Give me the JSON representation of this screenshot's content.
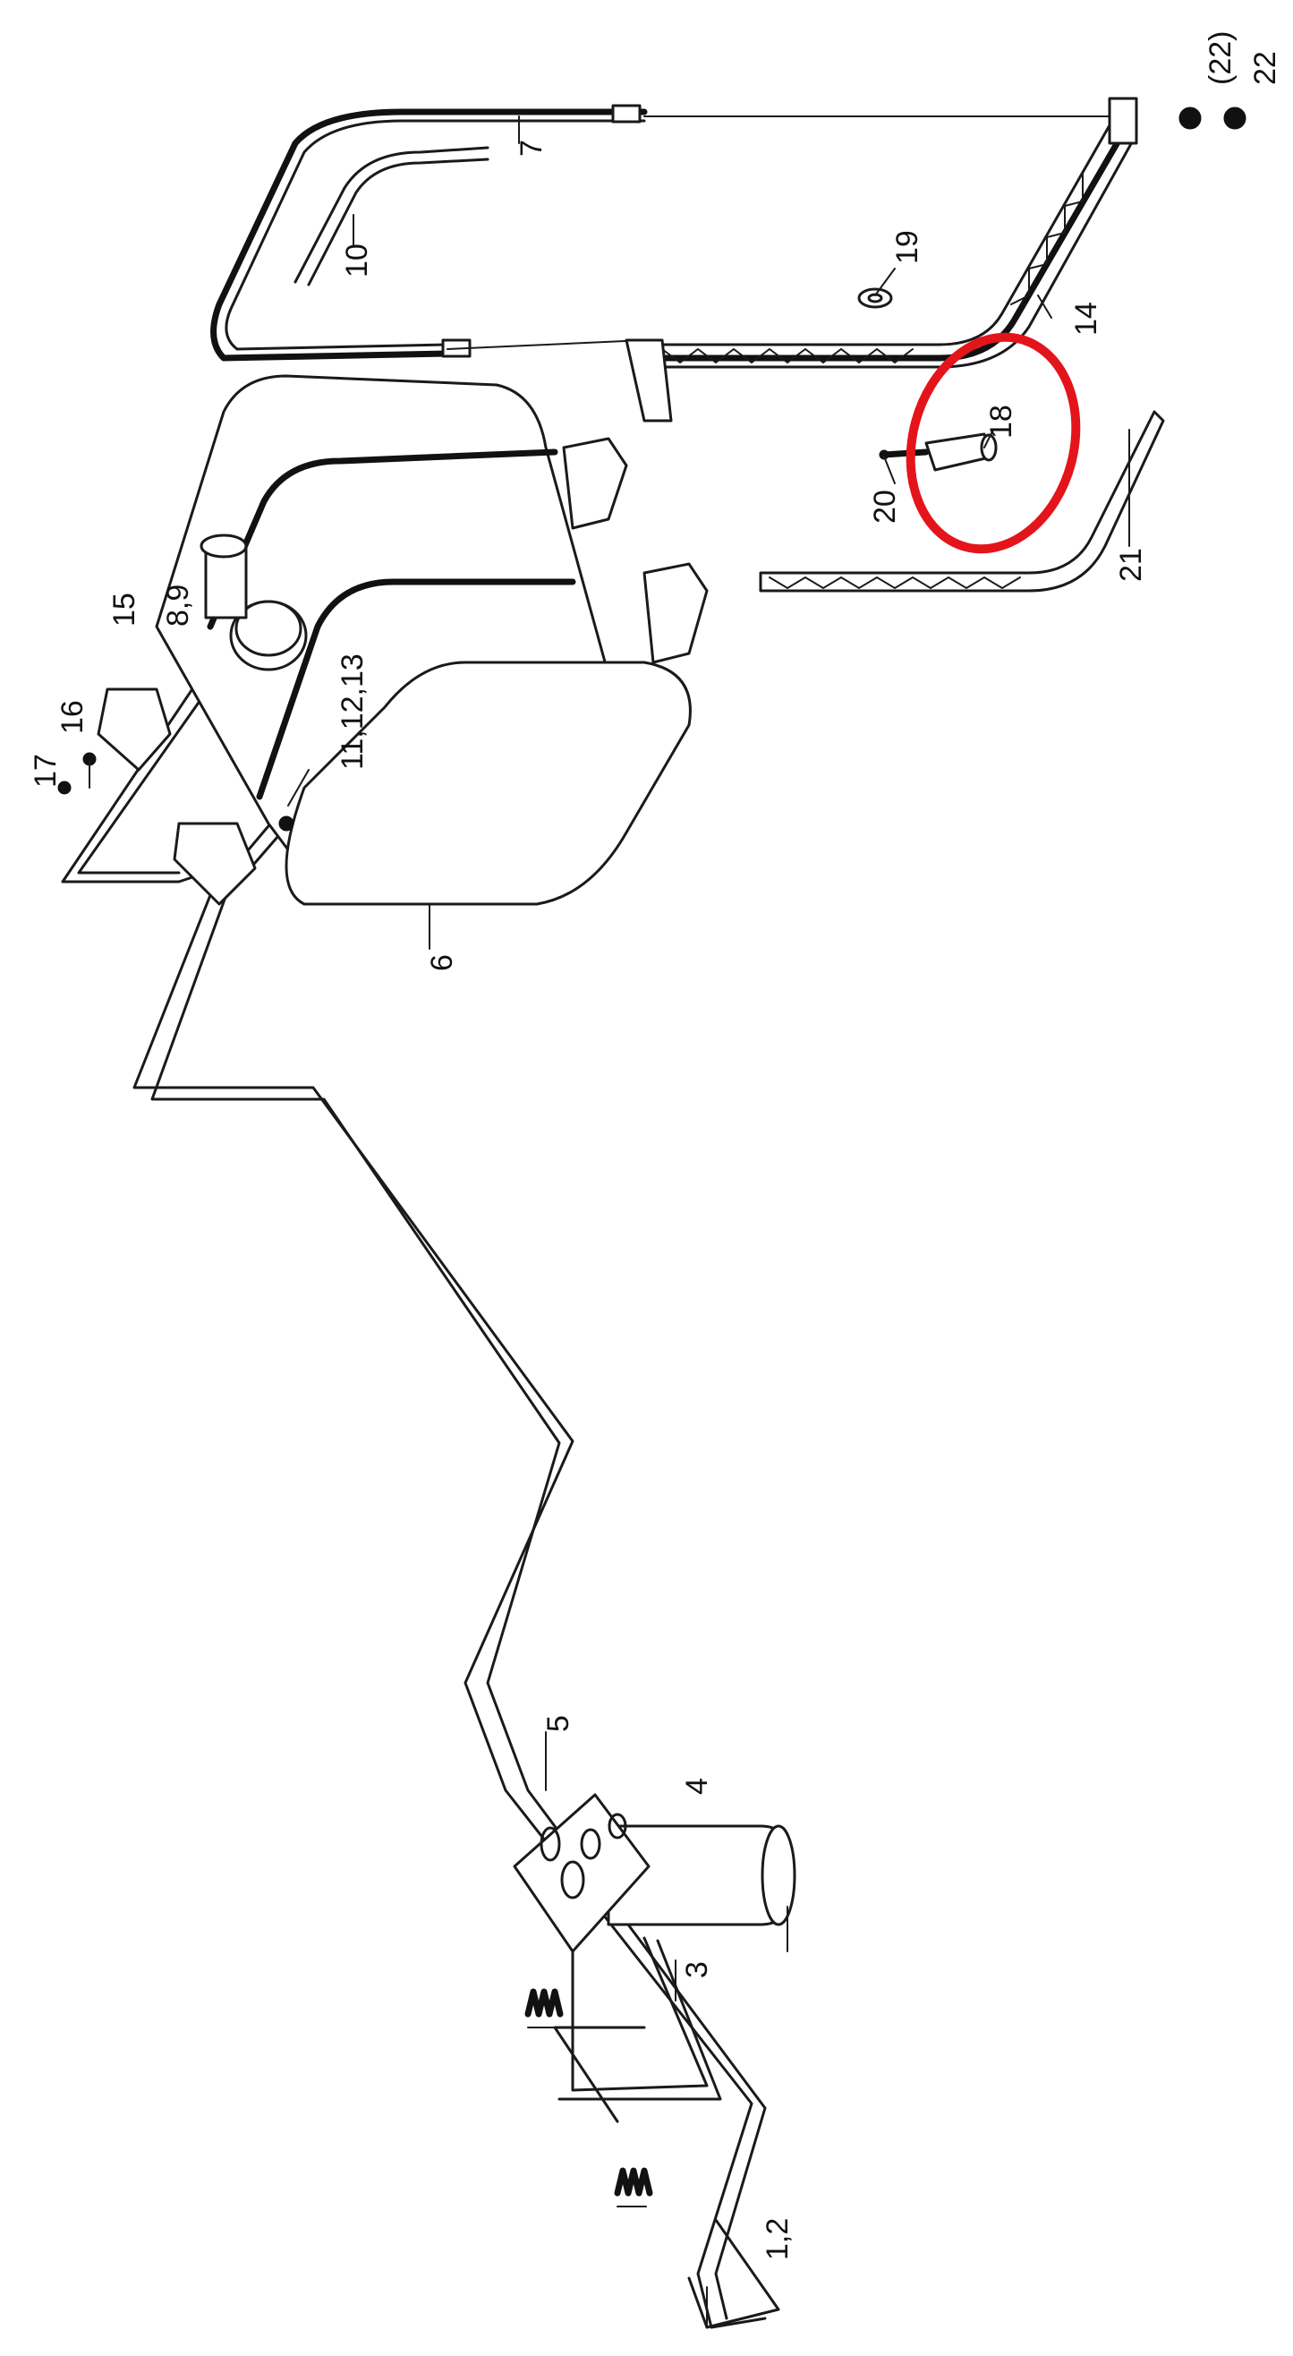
{
  "diagram": {
    "callouts": {
      "c1_2": "1,2",
      "c3": "3",
      "c4": "4",
      "c5": "5",
      "c6": "6",
      "c7": "7",
      "c8_9": "8,9",
      "c10": "10",
      "c11_12_13": "11,12,13",
      "c14": "14",
      "c15": "15",
      "c16": "16",
      "c17": "17",
      "c18": "18",
      "c19": "19",
      "c20": "20",
      "c21": "21",
      "c22": "22",
      "c22_paren": "(22)"
    },
    "highlight_color": "#e4141b"
  }
}
